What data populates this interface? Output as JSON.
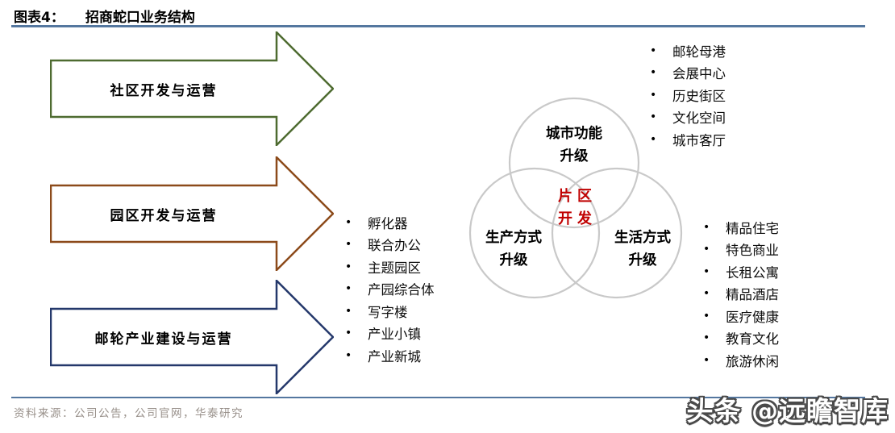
{
  "header": {
    "figure_label": "图表4：",
    "title": "招商蛇口业务结构"
  },
  "arrows": [
    {
      "label": "社区开发与运营",
      "color": "#4e6b30"
    },
    {
      "label": "园区开发与运营",
      "color": "#8c4a1a"
    },
    {
      "label": "邮轮产业建设与运营",
      "color": "#24386b"
    }
  ],
  "venn": {
    "stroke_color": "#c9c9c9",
    "top": {
      "line1": "城市功能",
      "line2": "升级"
    },
    "left": {
      "line1": "生产方式",
      "line2": "升级"
    },
    "right": {
      "line1": "生活方式",
      "line2": "升级"
    },
    "center": {
      "line1": "片区",
      "line2": "开发",
      "color": "#c00000"
    }
  },
  "lists": {
    "city_function_items": [
      "邮轮母港",
      "会展中心",
      "历史街区",
      "文化空间",
      "城市客厅"
    ],
    "production_items": [
      "孵化器",
      "联合办公",
      "主题园区",
      "产园综合体",
      "写字楼",
      "产业小镇",
      "产业新城"
    ],
    "lifestyle_items": [
      "精品住宅",
      "特色商业",
      "长租公寓",
      "精品酒店",
      "医疗健康",
      "教育文化",
      "旅游休闲"
    ]
  },
  "footer": {
    "source": "资料来源：公司公告，公司官网，华泰研究"
  },
  "watermark": "头条 @远瞻智库",
  "icons": {
    "bullet": "•"
  },
  "colors": {
    "rule_blue": "#54779f",
    "source_text": "#98908a",
    "center_red": "#c00000",
    "circle_gray": "#c9c9c9",
    "arrow_green": "#4e6b30",
    "arrow_brown": "#8c4a1a",
    "arrow_navy": "#24386b"
  }
}
